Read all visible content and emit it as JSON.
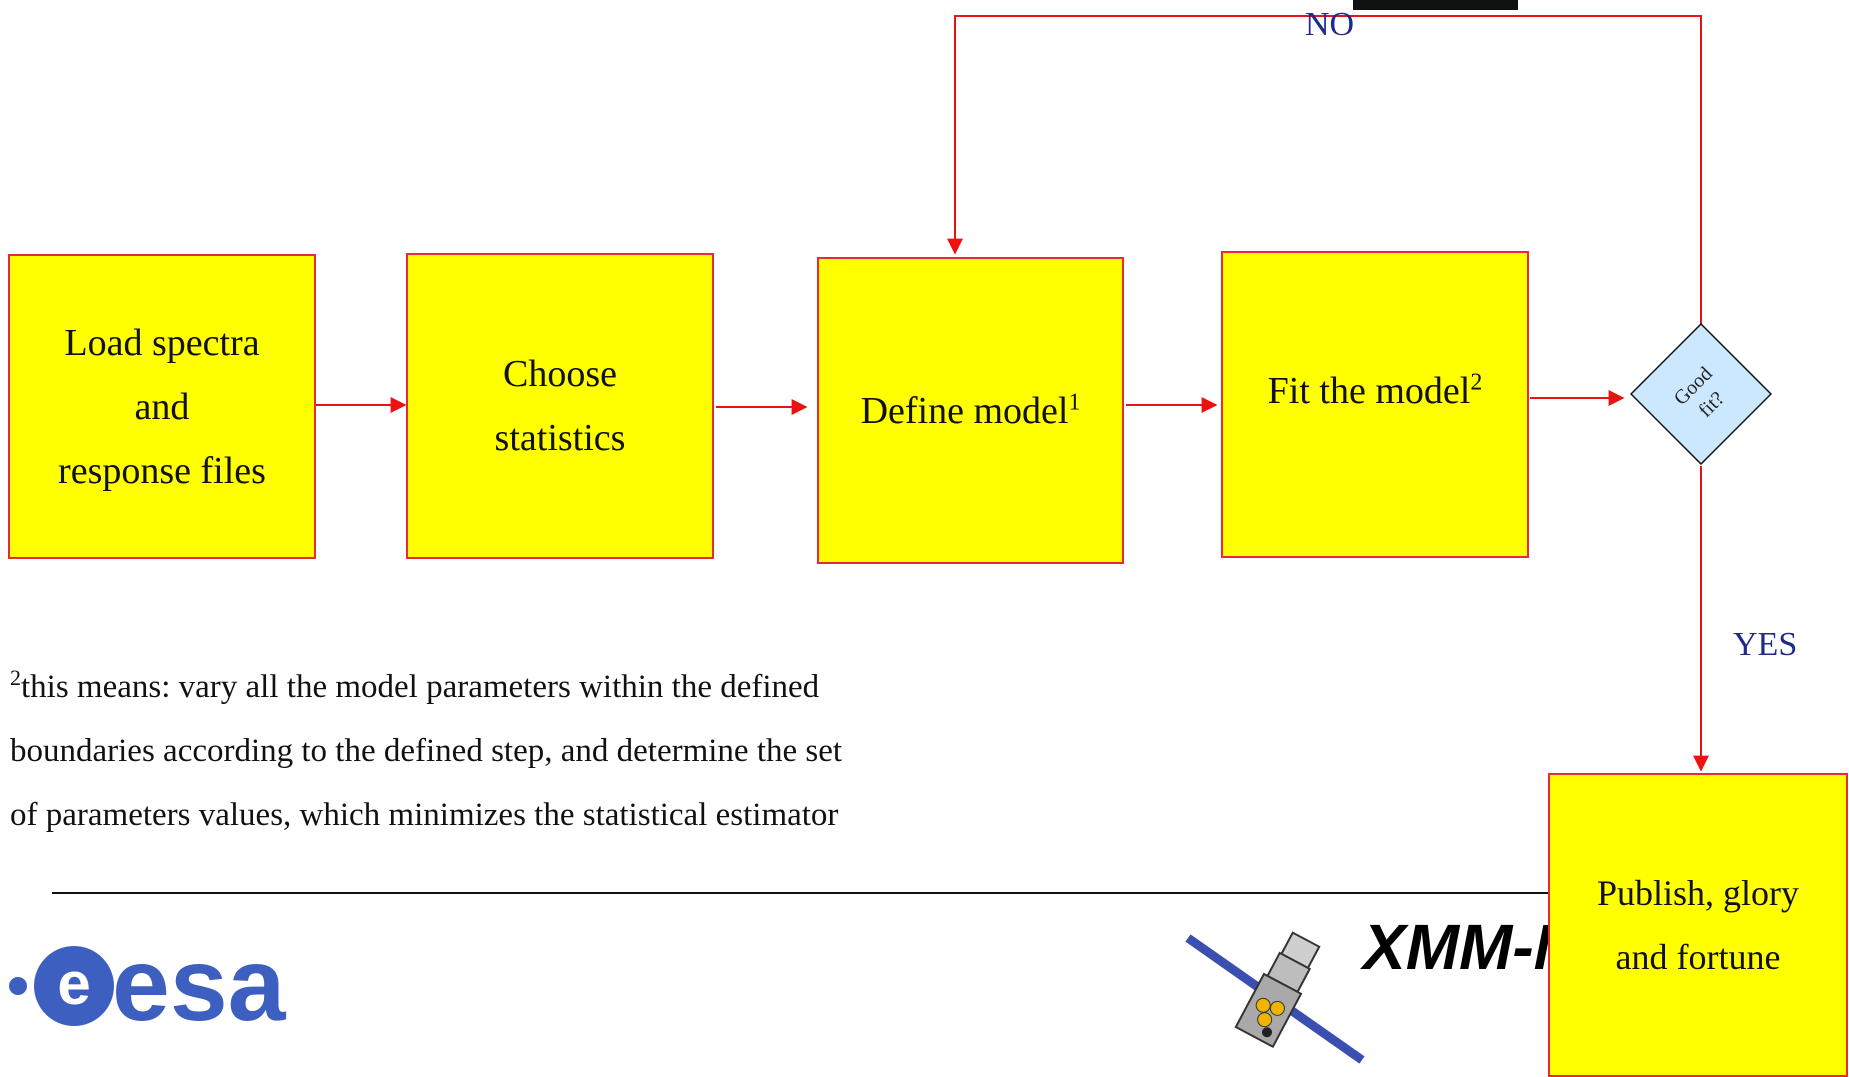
{
  "diagram": {
    "steps": {
      "load": [
        "Load spectra",
        "and",
        "response files"
      ],
      "choose": [
        "Choose",
        "statistics"
      ],
      "define": {
        "text": "Define model",
        "sup": "1"
      },
      "fit": {
        "text": "Fit the model",
        "sup": "2"
      },
      "decision": [
        "Good",
        "fit?"
      ],
      "publish": [
        "Publish, glory",
        "and fortune"
      ]
    },
    "labels": {
      "no": "NO",
      "yes": "YES"
    },
    "footnote": {
      "sup": "2",
      "lines": [
        "this means: vary all the model parameters within the defined",
        "boundaries according to the defined step, and determine  the set",
        "of parameters values, which minimizes the statistical estimator"
      ]
    }
  },
  "footer": {
    "brand_logo": "esa",
    "mission": "XMM-N"
  },
  "colors": {
    "box_fill": "#ffff00",
    "border": "#e8293a",
    "decision_fill": "#cce8ff",
    "label_text": "#1f2a8a",
    "logo_blue": "#3d5fbf"
  }
}
